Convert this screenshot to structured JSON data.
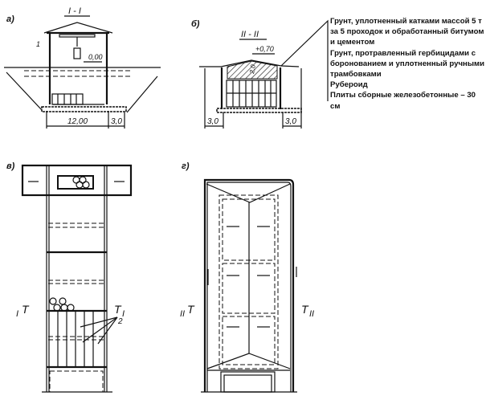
{
  "panels": {
    "a": {
      "label": "а)",
      "section_title": "I - I",
      "callout": "1",
      "level": "0,00",
      "dim_width": "12,00",
      "dim_side": "3,0"
    },
    "b": {
      "label": "б)",
      "section_title": "II - II",
      "level": "+0,70",
      "depth": "2,0",
      "dim_left": "3,0",
      "dim_right": "3,0"
    },
    "v": {
      "label": "в)",
      "section_mark_left": "I",
      "section_mark_right": "I",
      "callout": "2"
    },
    "g": {
      "label": "г)",
      "section_mark_left": "II",
      "section_mark_right": "II"
    }
  },
  "legend": [
    "Грунт, уплотненный катками массой 5 т за 5 проходок и обработанный битумом и цементом",
    "Грунт, протравленный гербицидами с боронованием и уплотненный ручными трамбовками",
    "Рубероид",
    "Плиты сборные железобетонные – 30 см"
  ]
}
